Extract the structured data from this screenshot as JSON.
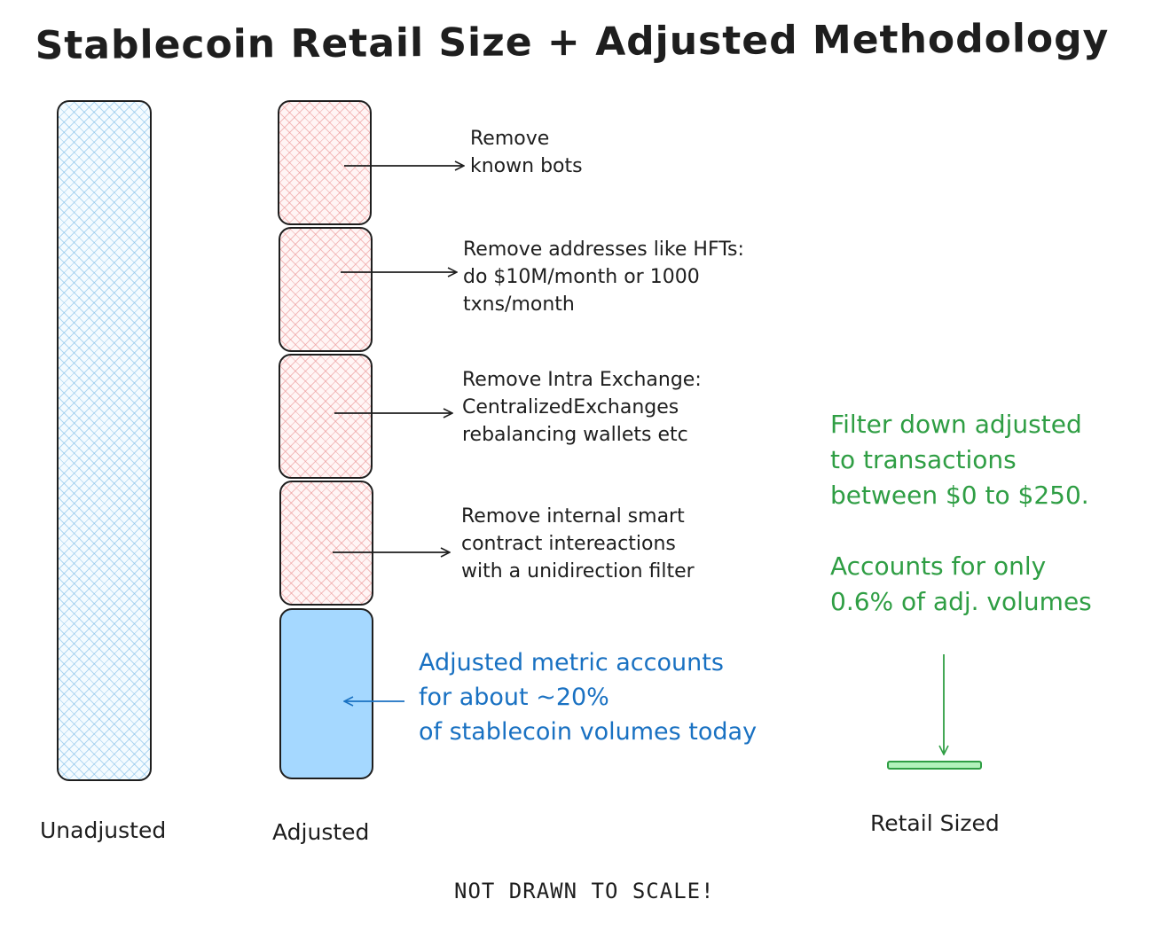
{
  "title": "Stablecoin Retail Size + Adjusted Methodology",
  "columns": {
    "unadjusted_label": "Unadjusted",
    "adjusted_label": "Adjusted",
    "retail_label": "Retail Sized"
  },
  "removals": [
    {
      "lines": [
        "Remove",
        "known bots"
      ]
    },
    {
      "lines": [
        "Remove addresses like HFTs:",
        "do $10M/month or 1000",
        "txns/month"
      ]
    },
    {
      "lines": [
        "Remove Intra Exchange:",
        "CentralizedExchanges",
        "rebalancing wallets etc"
      ]
    },
    {
      "lines": [
        "Remove internal smart",
        "contract intereactions",
        "with a unidirection filter"
      ]
    }
  ],
  "adjusted_note": {
    "lines": [
      "Adjusted metric accounts",
      "for about ~20%",
      "of stablecoin volumes today"
    ]
  },
  "retail_note": {
    "lines": [
      "Filter down adjusted",
      "to transactions",
      "between $0 to $250.",
      "",
      "Accounts for only",
      "0.6% of adj. volumes"
    ]
  },
  "footer": "NOT DRAWN TO SCALE!",
  "colors": {
    "stroke": "#1e1e1e",
    "blue_hatch": "#a5d8ff",
    "red_hatch": "#ffc9c9",
    "solid_blue": "#a5d8ff",
    "blue_text": "#1971c2",
    "green_text": "#2f9e44",
    "green_fill": "#b2f2bb"
  }
}
